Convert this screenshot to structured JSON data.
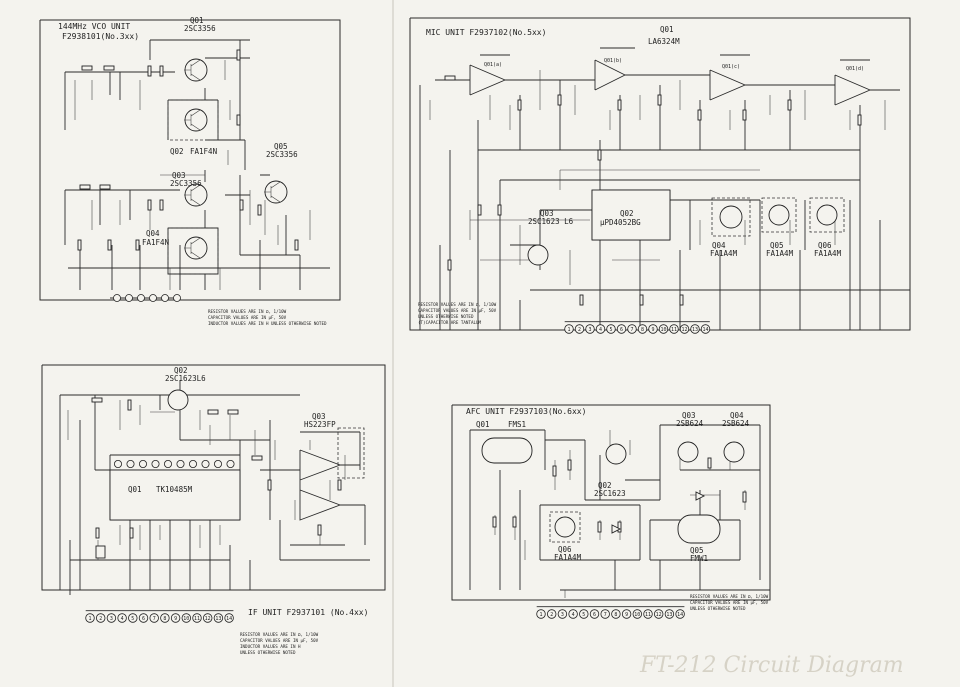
{
  "vco_unit": {
    "title": "144MHz VCO UNIT",
    "part_no": "F2938101(No.3xx)",
    "transistors": [
      {
        "ref": "Q01",
        "type": "2SC3356"
      },
      {
        "ref": "Q02",
        "type": "FA1F4N"
      },
      {
        "ref": "Q03",
        "type": "2SC3356"
      },
      {
        "ref": "Q04",
        "type": "FA1F4N"
      },
      {
        "ref": "Q05",
        "type": "2SC3356"
      }
    ],
    "notes": [
      "RESISTOR VALUES ARE IN Ω, 1/10W",
      "CAPACITOR VALUES ARE IN μF, 50V",
      "INDUCTOR VALUES ARE IN H UNLESS OTHERWISE NOTED"
    ]
  },
  "mic_unit": {
    "title": "MIC UNIT F2937102(No.5xx)",
    "opamp": {
      "ref": "Q01",
      "type": "LA6324M"
    },
    "opamp_sections": [
      "Q01(a)",
      "Q01(b)",
      "Q01(c)",
      "Q01(d)"
    ],
    "transistors": [
      {
        "ref": "Q02",
        "type": "μPD4052BG"
      },
      {
        "ref": "Q03",
        "type": "2SC1623 L6"
      },
      {
        "ref": "Q04",
        "type": "FA1A4M"
      },
      {
        "ref": "Q05",
        "type": "FA1A4M"
      },
      {
        "ref": "Q06",
        "type": "FA1A4M"
      }
    ],
    "notes": [
      "RESISTOR VALUES ARE IN Ω, 1/10W",
      "CAPACITOR VALUES ARE IN μF, 50V",
      "UNLESS OTHERWISE NOTED",
      "(T)CAPACITOR ARE TANTALUM"
    ],
    "connector_pins": [
      "1",
      "2",
      "3",
      "4",
      "5",
      "6",
      "7",
      "8",
      "9",
      "10",
      "11",
      "12",
      "13",
      "14"
    ]
  },
  "if_unit": {
    "title": "IF UNIT F2937101 (No.4xx)",
    "transistors": [
      {
        "ref": "Q01",
        "type": "TK10485M"
      },
      {
        "ref": "Q02",
        "type": "2SC1623L6"
      },
      {
        "ref": "Q03",
        "type": "HS223FP"
      }
    ],
    "notes": [
      "RESISTOR VALUES ARE IN Ω, 1/10W",
      "CAPACITOR VALUES ARE IN μF, 50V",
      "INDUCTOR VALUES ARE IN H",
      "UNLESS OTHERWISE NOTED"
    ],
    "connector_pins": [
      "1",
      "2",
      "3",
      "4",
      "5",
      "6",
      "7",
      "8",
      "9",
      "10",
      "11",
      "12",
      "13",
      "14"
    ]
  },
  "afc_unit": {
    "title": "AFC UNIT F2937103(No.6xx)",
    "transistors": [
      {
        "ref": "Q01",
        "type": "FMS1"
      },
      {
        "ref": "Q02",
        "type": "2SC1623"
      },
      {
        "ref": "Q03",
        "type": "2SB624"
      },
      {
        "ref": "Q04",
        "type": "2SB624"
      },
      {
        "ref": "Q05",
        "type": "FMW1"
      },
      {
        "ref": "Q06",
        "type": "FA1A4M"
      }
    ],
    "notes": [
      "RESISTOR VALUES ARE IN Ω, 1/10W",
      "CAPACITOR VALUES ARE IN μF, 50V",
      "UNLESS OTHERWISE NOTED"
    ],
    "connector_pins": [
      "1",
      "2",
      "3",
      "4",
      "5",
      "6",
      "7",
      "8",
      "9",
      "10",
      "11",
      "12",
      "13",
      "14"
    ]
  },
  "footer": {
    "watermark": "FT-212 Circuit Diagram"
  }
}
